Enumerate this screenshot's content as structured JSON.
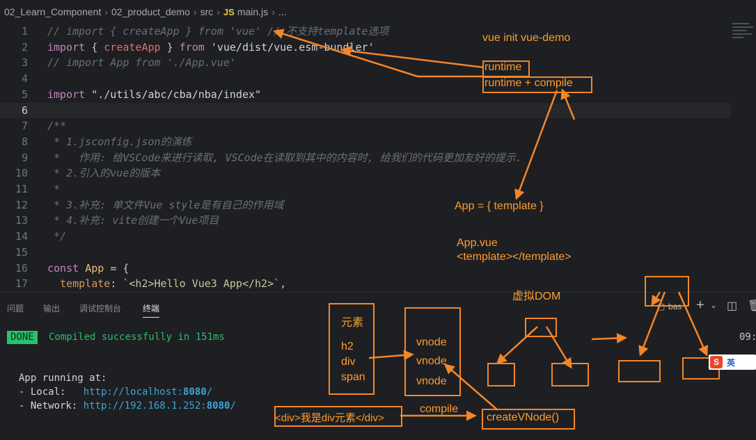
{
  "breadcrumb": {
    "items": [
      "02_Learn_Component",
      "02_product_demo",
      "src"
    ],
    "file_badge": "JS",
    "file": "main.js",
    "more": "..."
  },
  "code_lines": [
    {
      "n": "1",
      "html": "<span class=\"cm\">// import { createApp } from 'vue' // 不支持template选项</span>"
    },
    {
      "n": "2",
      "html": "<span class=\"kw\">import</span> <span class=\"tk\">{</span> <span class=\"fn\">createApp</span> <span class=\"tk\">}</span> <span class=\"kw\">from</span> <span class=\"str2\">'vue/dist/vue.esm-bundler'</span>"
    },
    {
      "n": "3",
      "html": "<span class=\"cm\">// import App from './App.vue'</span>"
    },
    {
      "n": "4",
      "html": ""
    },
    {
      "n": "5",
      "html": "<span class=\"kw\">import</span> <span class=\"str2\">\"./utils/abc/cba/nba/index\"</span>"
    },
    {
      "n": "6",
      "html": "",
      "active": true
    },
    {
      "n": "7",
      "html": "<span class=\"cm\">/**</span>"
    },
    {
      "n": "8",
      "html": "<span class=\"cm\"> * 1.jsconfig.json的演练</span>"
    },
    {
      "n": "9",
      "html": "<span class=\"cm\"> *   作用: 给VSCode来进行读取, VSCode在读取到其中的内容时, 给我们的代码更加友好的提示.</span>"
    },
    {
      "n": "10",
      "html": "<span class=\"cm\"> * 2.引入的vue的版本</span>"
    },
    {
      "n": "11",
      "html": "<span class=\"cm\"> *</span>"
    },
    {
      "n": "12",
      "html": "<span class=\"cm\"> * 3.补充: 单文件Vue style是有自己的作用域</span>"
    },
    {
      "n": "13",
      "html": "<span class=\"cm\"> * 4.补充: vite创建一个Vue项目</span>"
    },
    {
      "n": "14",
      "html": "<span class=\"cm\"> */</span>"
    },
    {
      "n": "15",
      "html": ""
    },
    {
      "n": "16",
      "html": "<span class=\"kw\">const</span> <span class=\"id\">App</span> <span class=\"tk\">=</span> <span class=\"tk\">{</span>"
    },
    {
      "n": "17",
      "html": "  <span class=\"pn\">template</span><span class=\"tk\">:</span> <span class=\"tmpl\">`&lt;h2&gt;Hello Vue3 App&lt;/h2&gt;`</span><span class=\"tk\">,</span>"
    }
  ],
  "panel": {
    "tabs": [
      "问题",
      "输出",
      "调试控制台",
      "终端"
    ],
    "active_tab": "终端",
    "shell": "bas",
    "clock": "09:"
  },
  "terminal": {
    "done_badge": "DONE",
    "compiled": "Compiled successfully in 151ms",
    "running": "App running at:",
    "local_label": "- Local:   ",
    "local_url_prefix": "http://localhost:",
    "local_port": "8080",
    "local_url_suffix": "/",
    "network_label": "- Network: ",
    "network_url_prefix": "http://192.168.1.252:",
    "network_port": "8080",
    "network_url_suffix": "/"
  },
  "annotations": {
    "vue_init": "vue init vue-demo",
    "runtime": "runtime",
    "runtime_compile": "runtime + compile",
    "app_template": "App = { template }",
    "app_vue": "App.vue",
    "template_tag": "<template></template>",
    "virtual_dom": "虚拟DOM",
    "elements_title": "元素",
    "elements": [
      "h2",
      "div",
      "span"
    ],
    "vnodes": [
      "vnode",
      "vnode",
      "vnode"
    ],
    "div_text": "<div>我是div元素</div>",
    "compile": "compile",
    "create_vnode": "createVNode()"
  },
  "ime": {
    "logo": "S",
    "lang": "英"
  },
  "colors": {
    "annotation": "#f4862a",
    "done_badge": "#2bbf6f",
    "url": "#3ea6d6"
  }
}
